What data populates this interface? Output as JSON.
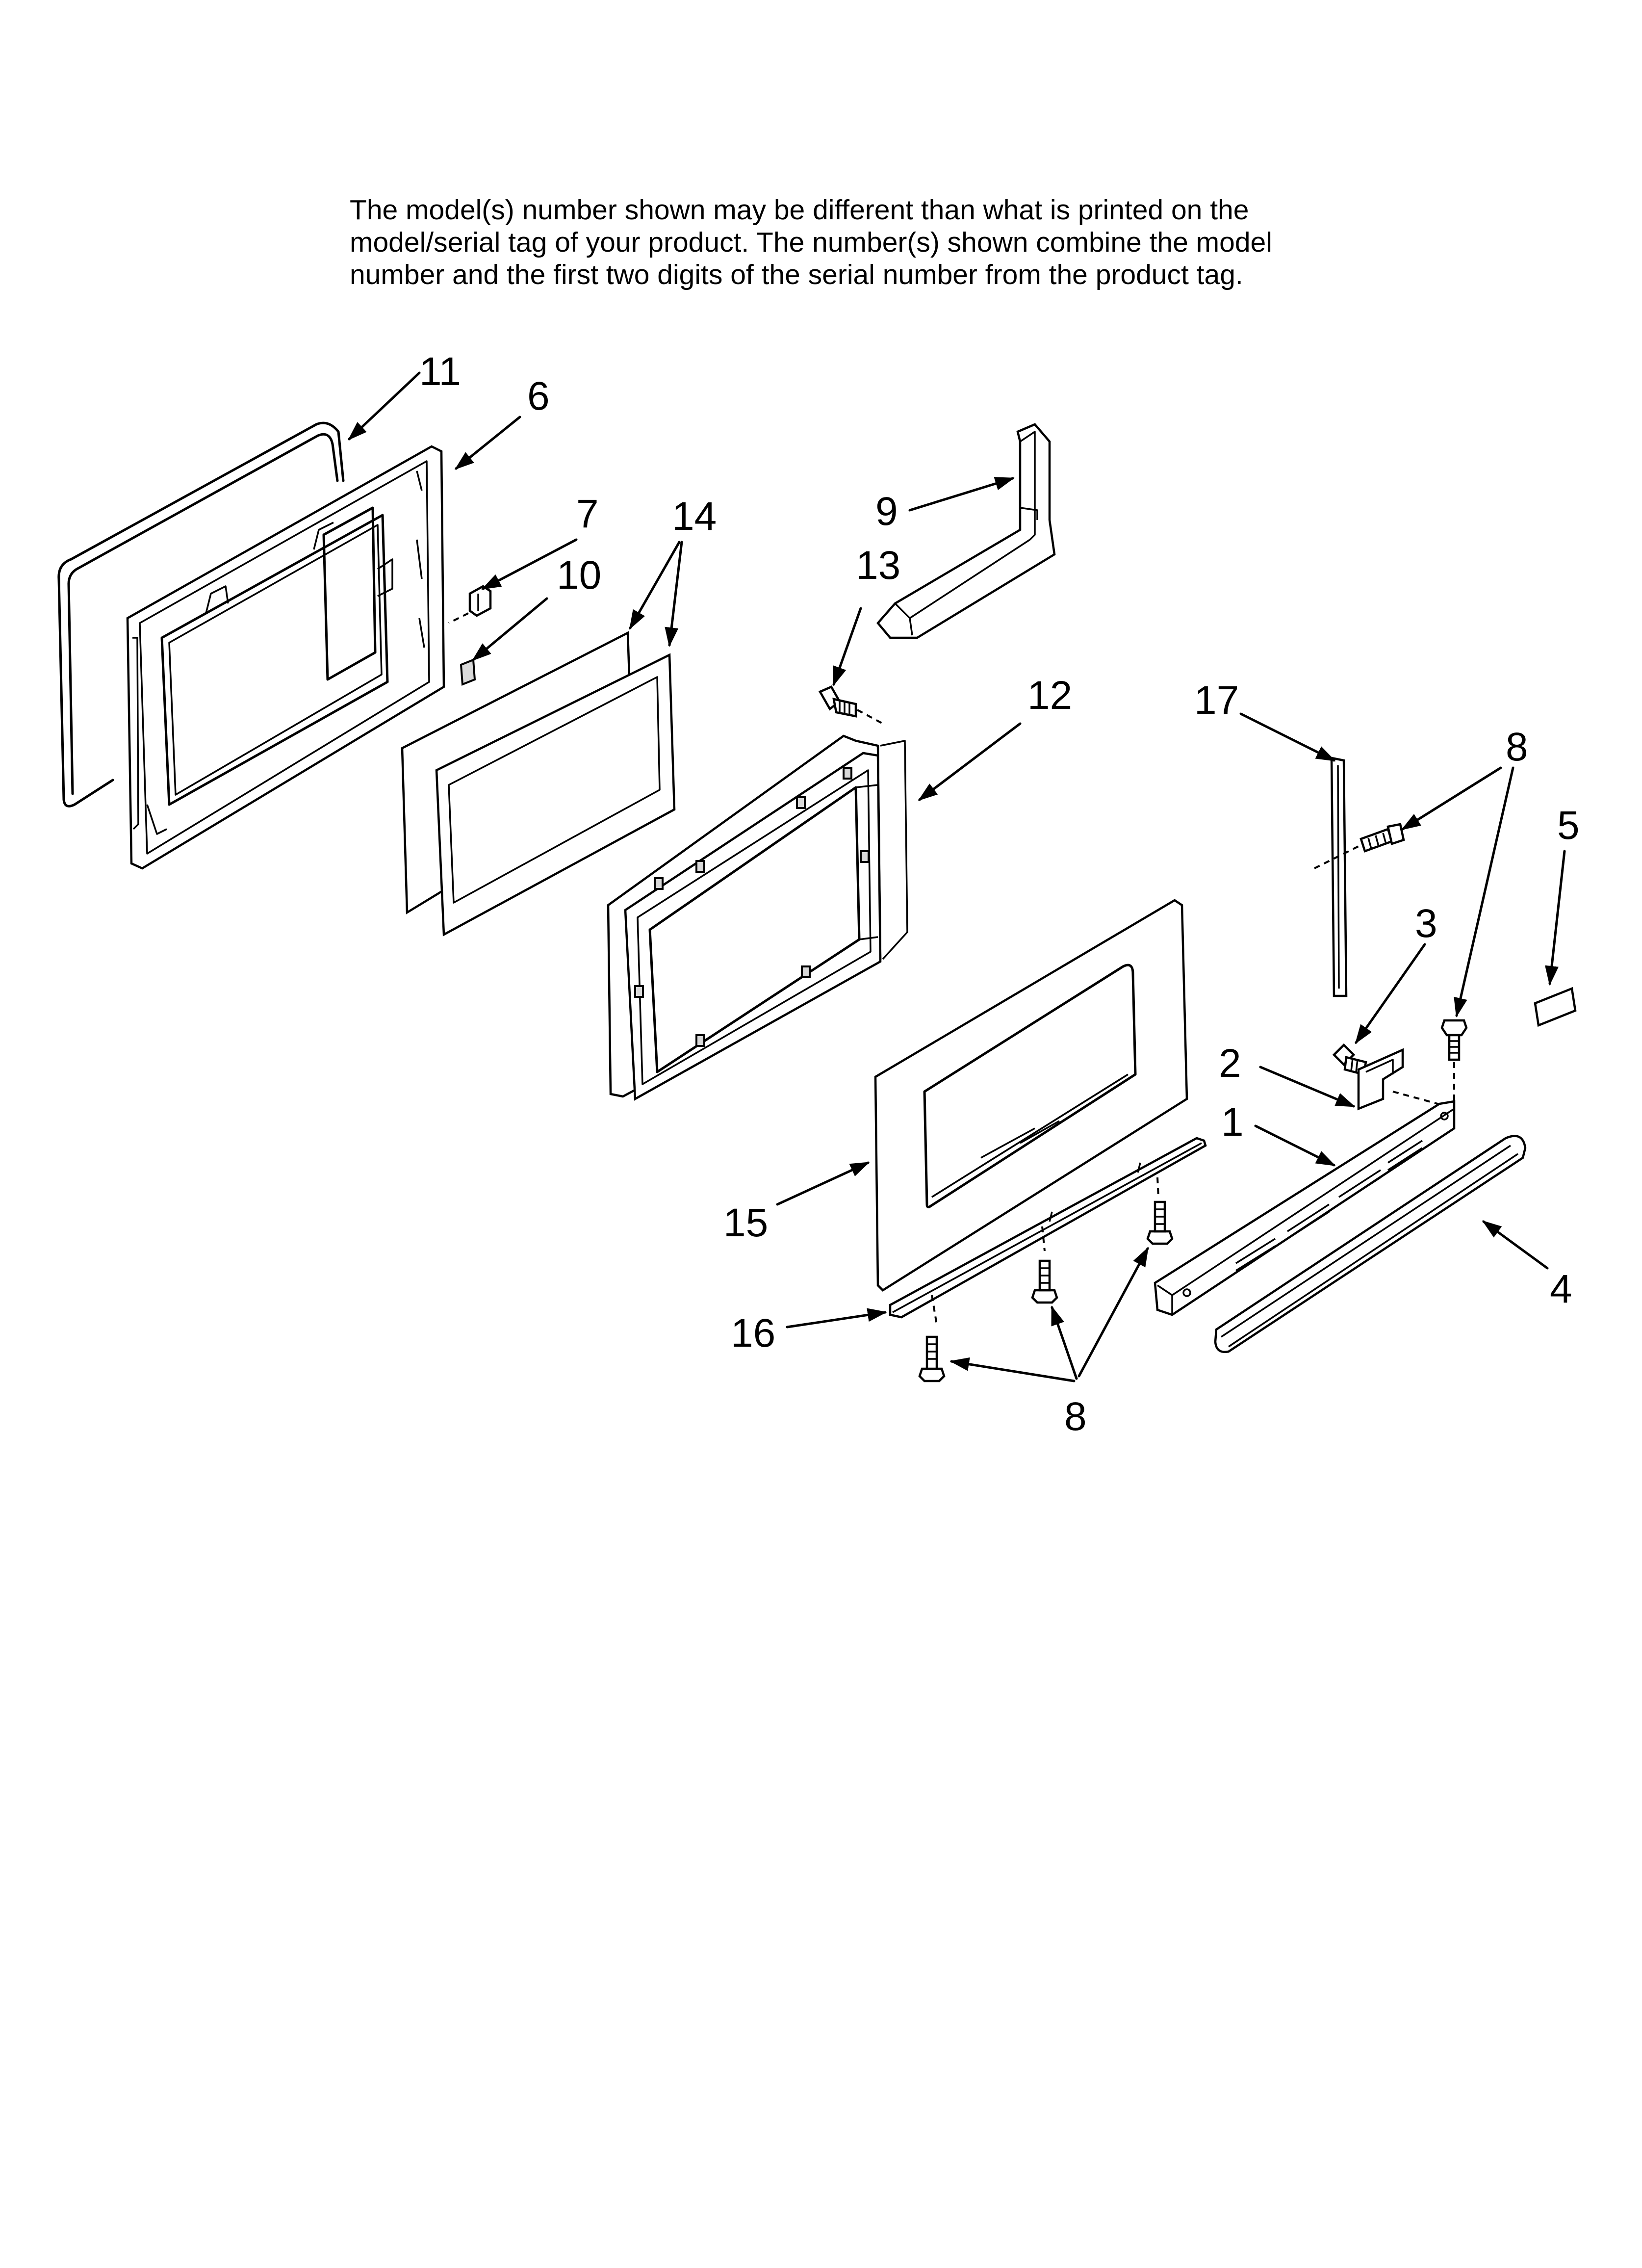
{
  "note": {
    "line1": "The model(s) number shown may be different than what is printed on the",
    "line2": "model/serial tag of your product. The number(s) shown combine the model",
    "line3": "number and the first two digits of the serial number from the product tag."
  },
  "callouts": {
    "p1": "1",
    "p2": "2",
    "p3": "3",
    "p4": "4",
    "p5": "5",
    "p6": "6",
    "p7": "7",
    "p8a": "8",
    "p8b": "8",
    "p9": "9",
    "p10": "10",
    "p11": "11",
    "p12": "12",
    "p13": "13",
    "p14": "14",
    "p15": "15",
    "p16": "16",
    "p17": "17"
  }
}
